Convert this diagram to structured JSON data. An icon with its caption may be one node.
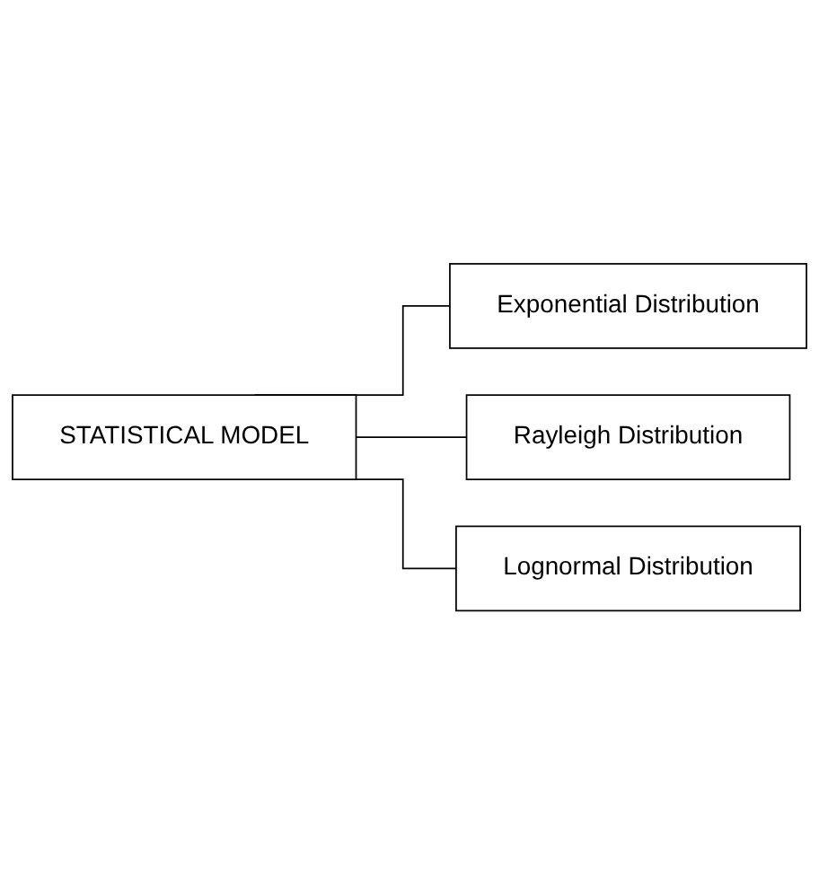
{
  "diagram": {
    "nodes": [
      {
        "text": [
          "STATISTICAL MODEL"
        ]
      },
      {
        "text": [
          "Exponential Distribution"
        ]
      },
      {
        "text": [
          "Rayleigh Distribution"
        ]
      },
      {
        "text": [
          "Lognormal Distribution"
        ]
      }
    ],
    "edges": [
      {
        "from": 0,
        "to": 1,
        "arrow": "none"
      },
      {
        "from": 0,
        "to": 2,
        "arrow": "none"
      },
      {
        "from": 0,
        "to": 3,
        "arrow": "none"
      }
    ]
  }
}
